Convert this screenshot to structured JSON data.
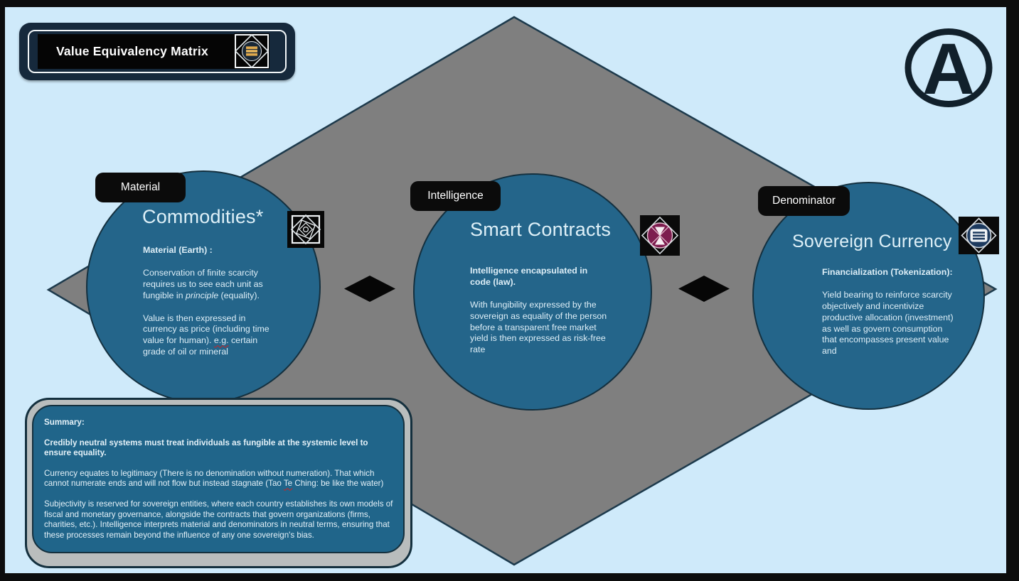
{
  "page": {
    "background_color": "#cfeafa",
    "frame_color": "#0d0d0d"
  },
  "title_bar": {
    "title": "Value Equivalency Matrix",
    "icon": "coin-stack-diamond-icon"
  },
  "logo": {
    "letter": "A"
  },
  "colors": {
    "node_fill": "#24658a",
    "node_stroke": "#14303f",
    "diamond_fill": "#7f7f7f",
    "diamond_stroke": "#1d3a4c",
    "tag_bg": "#0b0b0b",
    "tag_text": "#ffffff",
    "gold": "#dfa94d",
    "magenta": "#7d1d4f",
    "navy": "#16293c"
  },
  "nodes": [
    {
      "tag": "Material",
      "title": "Commodities*",
      "heading": "Material (Earth) :",
      "body1": {
        "pre": "Conservation of finite scarcity requires us to see each unit as fungible in ",
        "italic": "principle",
        "post": " (equality)."
      },
      "body2": {
        "pre": "Value is then expressed in currency as price (including time value for human). ",
        "flagged": "e.g.",
        "post": " certain grade of oil or mineral"
      },
      "icon": "whirl-squares-icon"
    },
    {
      "tag": "Intelligence",
      "title": "Smart Contracts",
      "heading": "Intelligence encapsulated in code (law).",
      "body": "With fungibility expressed by the sovereign as equality of the person before a transparent free market yield is then expressed as risk-free rate",
      "icon": "hourglass-diamond-icon"
    },
    {
      "tag": "Denominator",
      "title": "Sovereign Currency",
      "heading": "Financialization (Tokenization):",
      "body": "Yield bearing to reinforce scarcity objectively and incentivize productive allocation (investment) as well as govern consumption that encompasses present value and",
      "icon": "banknote-diamond-icon"
    }
  ],
  "summary": {
    "heading": "Summary:",
    "emphasis": "Credibly neutral systems must treat individuals as fungible at the systemic level to ensure equality.",
    "p1": {
      "pre": "Currency equates to legitimacy (There is no denomination without numeration). That which cannot numerate ends and will not flow but instead stagnate (Tao ",
      "flagged": "Te",
      "post": " Ching: be like the water)"
    },
    "p2": "Subjectivity is reserved for sovereign entities, where each country establishes its own models of fiscal and monetary governance, alongside the contracts that govern organizations (firms, charities, etc.). Intelligence interprets material and denominators in neutral terms, ensuring that these processes remain beyond the influence of any one sovereign's bias."
  }
}
